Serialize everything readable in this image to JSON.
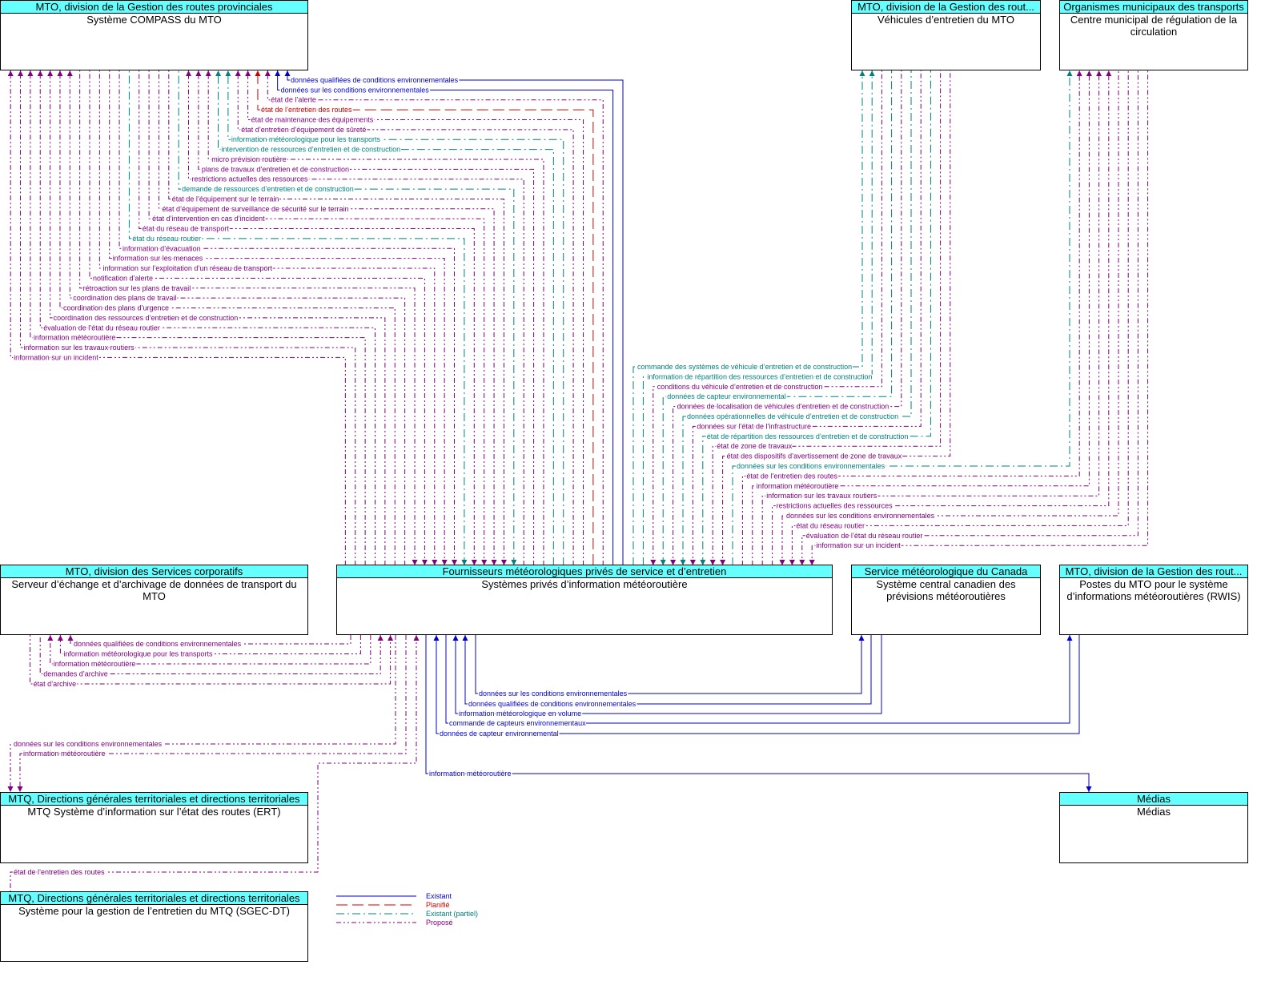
{
  "statuses": {
    "existing": {
      "label": "Existant",
      "color": "#0000cc"
    },
    "planned": {
      "label": "Planifié",
      "color": "#cc0000"
    },
    "partial": {
      "label": "Existant (partiel)",
      "color": "#008080"
    },
    "proposed": {
      "label": "Proposé",
      "color": "#800080"
    }
  },
  "entities": {
    "compass": {
      "owner": "MTO, division de la Gestion des routes provinciales",
      "name": "Système COMPASS du MTO"
    },
    "vehicles": {
      "owner": "MTO, division de la Gestion des rout...",
      "name": "Véhicules d’entretien du MTO"
    },
    "municipal": {
      "owner": "Organismes municipaux des transports",
      "name": "Centre municipal de régulation de la circulation"
    },
    "serveur": {
      "owner": "MTO, division des Services corporatifs",
      "name": "Serveur d’échange et d’archivage de données de transport du MTO"
    },
    "central": {
      "owner": "Fournisseurs météorologiques privés de service et d’entretien",
      "name": "Systèmes privés d’information météoroutière"
    },
    "canada": {
      "owner": "Service météorologique du Canada",
      "name": "Système central canadien des prévisions météoroutières"
    },
    "rwis": {
      "owner": "MTO, division de la Gestion des rout...",
      "name": "Postes du MTO pour le système d’informations météoroutières (RWIS)"
    },
    "ert": {
      "owner": "MTQ, Directions générales territoriales et directions territoriales",
      "name": "MTQ Système d’information sur l’état des routes (ERT)"
    },
    "medias": {
      "owner": "Médias",
      "name": "Médias"
    },
    "sgec": {
      "owner": "MTQ, Directions générales territoriales et directions territoriales",
      "name": "Système pour la gestion de l’entretien du MTQ (SGEC-DT)"
    }
  },
  "flows": {
    "compass": [
      {
        "label": "données qualifiées de conditions environnementales",
        "status": "existing"
      },
      {
        "label": "données sur les conditions environnementales",
        "status": "existing"
      },
      {
        "label": "état de l’alerte",
        "status": "proposed"
      },
      {
        "label": "état de l’entretien des routes",
        "status": "planned"
      },
      {
        "label": "état de maintenance des équipements",
        "status": "proposed"
      },
      {
        "label": "état d’entretien d’équipement de sûreté",
        "status": "proposed"
      },
      {
        "label": "information météorologique pour les transports",
        "status": "partial"
      },
      {
        "label": "intervention de ressources d’entretien et de construction",
        "status": "partial"
      },
      {
        "label": "micro prévision routière",
        "status": "proposed"
      },
      {
        "label": "plans de travaux d’entretien et de construction",
        "status": "proposed"
      },
      {
        "label": "restrictions actuelles des ressources",
        "status": "proposed"
      },
      {
        "label": "demande de ressources d’entretien et de construction",
        "status": "partial"
      },
      {
        "label": "état de l’équipement sur le terrain",
        "status": "proposed"
      },
      {
        "label": "état d’équipement de surveillance de sécurité sur le terrain",
        "status": "proposed"
      },
      {
        "label": "état d’intervention en cas d’incident",
        "status": "proposed"
      },
      {
        "label": "état du réseau de transport",
        "status": "proposed"
      },
      {
        "label": "état du réseau routier",
        "status": "partial"
      },
      {
        "label": "information d’évacuation",
        "status": "proposed"
      },
      {
        "label": "information sur les menaces",
        "status": "proposed"
      },
      {
        "label": "information sur l’exploitation d’un réseau de transport",
        "status": "proposed"
      },
      {
        "label": "notification d’alerte",
        "status": "proposed"
      },
      {
        "label": "rétroaction sur les plans de travail",
        "status": "proposed"
      },
      {
        "label": "coordination des plans de travail",
        "status": "proposed"
      },
      {
        "label": "coordination des plans d’urgence",
        "status": "proposed"
      },
      {
        "label": "coordination des ressources d’entretien et de construction",
        "status": "proposed"
      },
      {
        "label": "évaluation de l’état du réseau routier",
        "status": "proposed"
      },
      {
        "label": "information météoroutière",
        "status": "proposed"
      },
      {
        "label": "information sur les travaux routiers",
        "status": "proposed"
      },
      {
        "label": "information sur un incident",
        "status": "proposed"
      }
    ],
    "vehicles": [
      {
        "label": "commande des systèmes de véhicule d’entretien et de construction",
        "status": "partial"
      },
      {
        "label": "information de répartition des ressources d’entretien et de construction",
        "status": "partial"
      },
      {
        "label": "conditions du véhicule d’entretien et de construction",
        "status": "proposed"
      },
      {
        "label": "données de capteur environnemental",
        "status": "partial"
      },
      {
        "label": "données de localisation de véhicules d’entretien et de construction",
        "status": "proposed"
      },
      {
        "label": "données opérationnelles de véhicule d’entretien et de construction",
        "status": "partial"
      },
      {
        "label": "données sur l’état de l’infrastructure",
        "status": "proposed"
      },
      {
        "label": "état de répartition des ressources d’entretien et de construction",
        "status": "partial"
      },
      {
        "label": "état de zone de travaux",
        "status": "proposed"
      },
      {
        "label": "état des dispositifs d’avertissement de zone de travaux",
        "status": "proposed"
      }
    ],
    "municipal": [
      {
        "label": "données sur les conditions environnementales",
        "status": "partial"
      },
      {
        "label": "état de l’entretien des routes",
        "status": "proposed"
      },
      {
        "label": "information météoroutière",
        "status": "proposed"
      },
      {
        "label": "information sur les travaux routiers",
        "status": "proposed"
      },
      {
        "label": "restrictions actuelles des ressources",
        "status": "proposed"
      },
      {
        "label": "données sur les conditions environnementales",
        "status": "proposed"
      },
      {
        "label": "état du réseau routier",
        "status": "proposed"
      },
      {
        "label": "évaluation de l’état du réseau routier",
        "status": "proposed"
      },
      {
        "label": "information sur un incident",
        "status": "proposed"
      }
    ],
    "serveur": [
      {
        "label": "données qualifiées de conditions environnementales",
        "status": "proposed"
      },
      {
        "label": "information météorologique pour les transports",
        "status": "proposed"
      },
      {
        "label": "information météoroutière",
        "status": "proposed"
      },
      {
        "label": "demandes d’archive",
        "status": "proposed"
      },
      {
        "label": "état d’archive",
        "status": "proposed"
      }
    ],
    "ert": [
      {
        "label": "données sur les conditions environnementales",
        "status": "proposed"
      },
      {
        "label": "information météoroutière",
        "status": "proposed"
      }
    ],
    "sgec": [
      {
        "label": "état de l’entretien des routes",
        "status": "proposed"
      }
    ],
    "weather": [
      {
        "label": "données sur les conditions environnementales",
        "status": "existing"
      },
      {
        "label": "données qualifiées de conditions environnementales",
        "status": "existing"
      },
      {
        "label": "information météorologique en volume",
        "status": "existing"
      },
      {
        "label": "commande de capteurs environnementaux",
        "status": "existing"
      },
      {
        "label": "données de capteur environnemental",
        "status": "existing"
      }
    ],
    "medias": [
      {
        "label": "information météoroutière",
        "status": "existing"
      }
    ]
  }
}
